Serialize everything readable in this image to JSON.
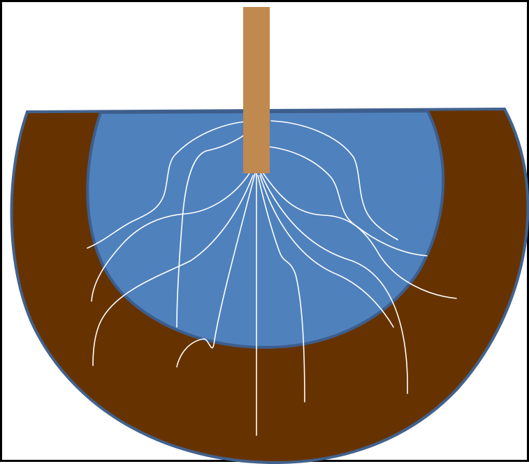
{
  "diagram": {
    "colors": {
      "frame": "#000000",
      "background": "#ffffff",
      "outer_soil_fill": "#663300",
      "outer_soil_stroke": "#41628F",
      "inner_zone_fill": "#4F81BD",
      "inner_zone_stroke": "#3D5E8D",
      "stem_fill": "#C0894F",
      "root_lines": "#ffffff"
    },
    "elements": [
      "outer-soil-bowl",
      "inner-wet-zone",
      "plant-stem",
      "root-system"
    ]
  }
}
